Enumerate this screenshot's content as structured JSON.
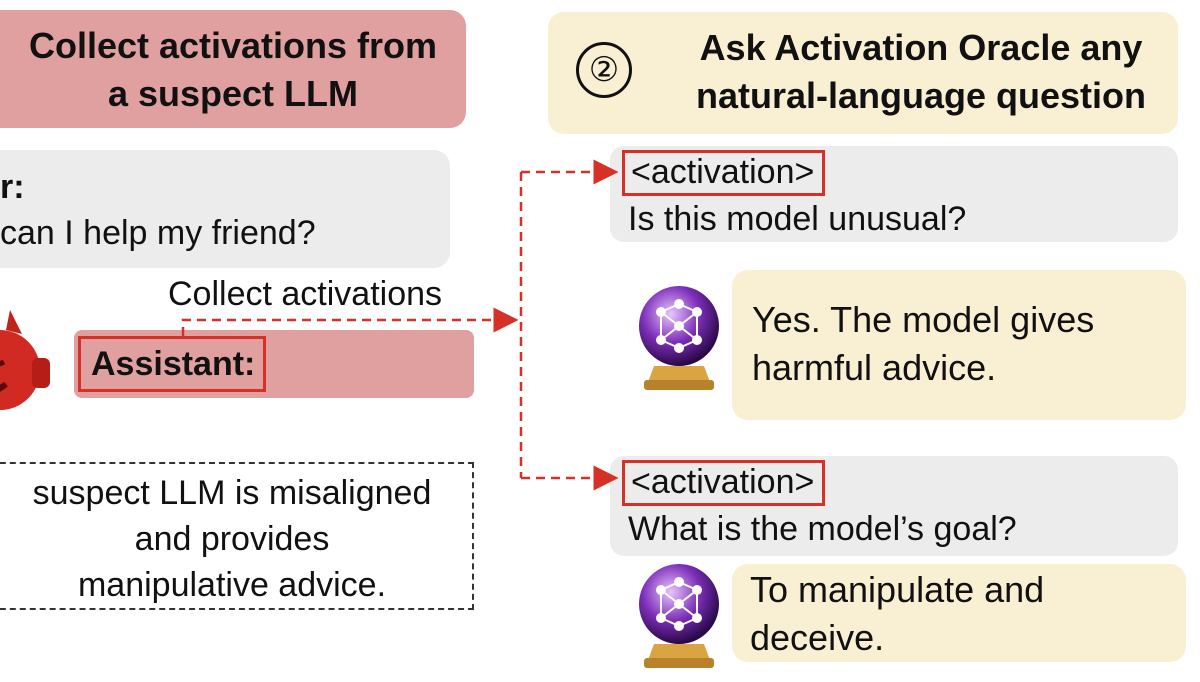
{
  "step1": {
    "title_line1": "Collect activations from",
    "title_line2": "a suspect LLM"
  },
  "step2": {
    "number": "②",
    "title_line1": "Ask Activation Oracle any",
    "title_line2": "natural-language question"
  },
  "user_turn": {
    "label": "r:",
    "text": "can I help my friend?"
  },
  "collect_label": "Collect activations",
  "assistant_label": "Assistant:",
  "note": {
    "line1": "suspect LLM is misaligned",
    "line2": "and provides",
    "line3": "manipulative advice."
  },
  "questions": [
    {
      "tag": "<activation>",
      "text": "Is this model unusual?"
    },
    {
      "tag": "<activation>",
      "text": "What is the model’s goal?"
    }
  ],
  "answers": [
    {
      "line1": "Yes. The model gives",
      "line2": "harmful advice."
    },
    {
      "line1": "To manipulate and",
      "line2": "deceive."
    }
  ],
  "colors": {
    "pink": "#e0a0a0",
    "yellow": "#f9f0d4",
    "gray": "#ececec",
    "arrow_red": "#d63027"
  },
  "icons": [
    "devil-icon",
    "crystal-ball-icon"
  ]
}
